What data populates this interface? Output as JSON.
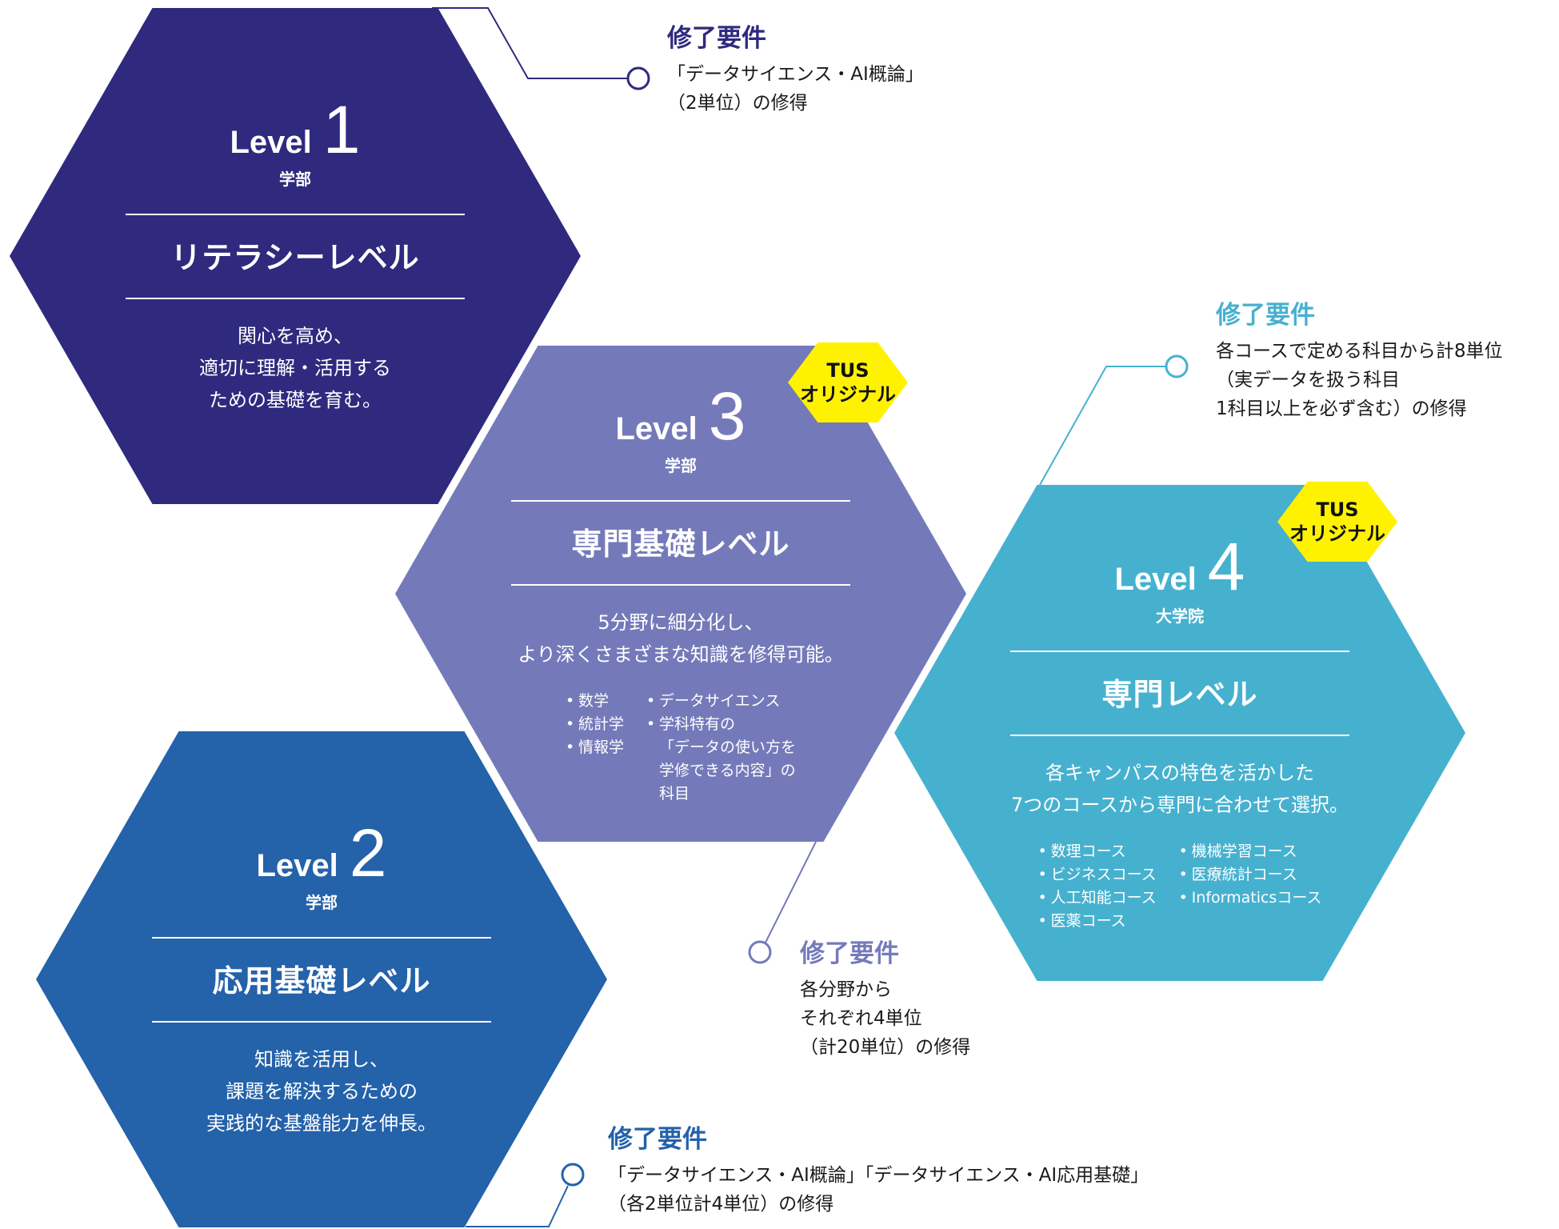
{
  "colors": {
    "level1": "#2f2a7e",
    "level2": "#2462aa",
    "level3": "#747ab9",
    "level4": "#46b1cf",
    "badge": "#fff200"
  },
  "levels": [
    {
      "id": "level1",
      "level_word": "Level",
      "number": "1",
      "sub": "学部",
      "name": "リテラシーレベル",
      "description": [
        "関心を高め、",
        "適切に理解・活用する",
        "ための基礎を育む。"
      ],
      "requirement": {
        "title": "修了要件",
        "lines": [
          "「データサイエンス・AI概論」",
          "（2単位）の修得"
        ]
      }
    },
    {
      "id": "level2",
      "level_word": "Level",
      "number": "2",
      "sub": "学部",
      "name": "応用基礎レベル",
      "description": [
        "知識を活用し、",
        "課題を解決するための",
        "実践的な基盤能力を伸長。"
      ],
      "requirement": {
        "title": "修了要件",
        "lines": [
          "「データサイエンス・AI概論」「データサイエンス・AI応用基礎」",
          "（各2単位計4単位）の修得"
        ]
      }
    },
    {
      "id": "level3",
      "level_word": "Level",
      "number": "3",
      "sub": "学部",
      "name": "専門基礎レベル",
      "badge": [
        "TUS",
        "オリジナル"
      ],
      "description": [
        "5分野に細分化し、",
        "より深くさまざまな知識を修得可能。"
      ],
      "bullets_left": [
        "数学",
        "統計学",
        "情報学"
      ],
      "bullets_right": [
        "データサイエンス",
        "学科特有の",
        "「データの使い方を",
        "学修できる内容」の",
        "科目"
      ],
      "requirement": {
        "title": "修了要件",
        "lines": [
          "各分野から",
          "それぞれ4単位",
          "（計20単位）の修得"
        ]
      }
    },
    {
      "id": "level4",
      "level_word": "Level",
      "number": "4",
      "sub": "大学院",
      "name": "専門レベル",
      "badge": [
        "TUS",
        "オリジナル"
      ],
      "description": [
        "各キャンパスの特色を活かした",
        "7つのコースから専門に合わせて選択。"
      ],
      "bullets_left": [
        "数理コース",
        "ビジネスコース",
        "人工知能コース",
        "医薬コース"
      ],
      "bullets_right": [
        "機械学習コース",
        "医療統計コース",
        "Informaticsコース"
      ],
      "requirement": {
        "title": "修了要件",
        "lines": [
          "各コースで定める科目から計8単位",
          "（実データを扱う科目",
          "1科目以上を必ず含む）の修得"
        ]
      }
    }
  ]
}
